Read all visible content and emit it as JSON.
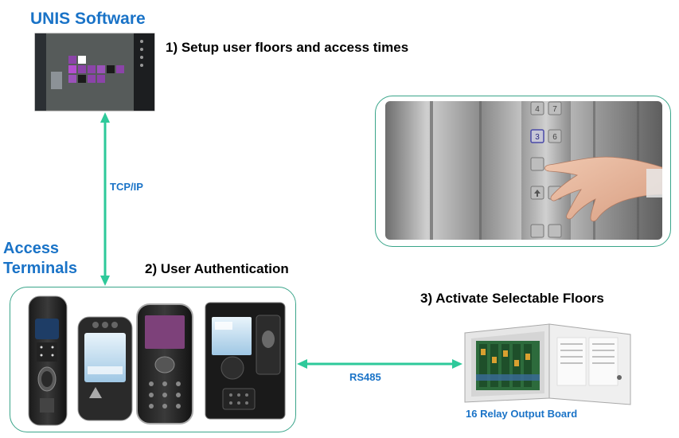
{
  "software": {
    "title": "UNIS Software"
  },
  "steps": {
    "step1": "1) Setup user floors and access times",
    "step2": "2) User Authentication",
    "step3": "3) Activate Selectable Floors"
  },
  "terminals": {
    "title_line1": "Access",
    "title_line2": "Terminals"
  },
  "connections": {
    "tcp": "TCP/IP",
    "rs485": "RS485"
  },
  "relay_board": {
    "caption": "16 Relay Output Board"
  },
  "elevator_panel": {
    "floor_a": "4",
    "floor_b": "7",
    "floor_c": "3",
    "floor_d": "6"
  },
  "colors": {
    "accent": "#1a73c7",
    "connector": "#2ec99a",
    "frame": "#3aa58a"
  }
}
